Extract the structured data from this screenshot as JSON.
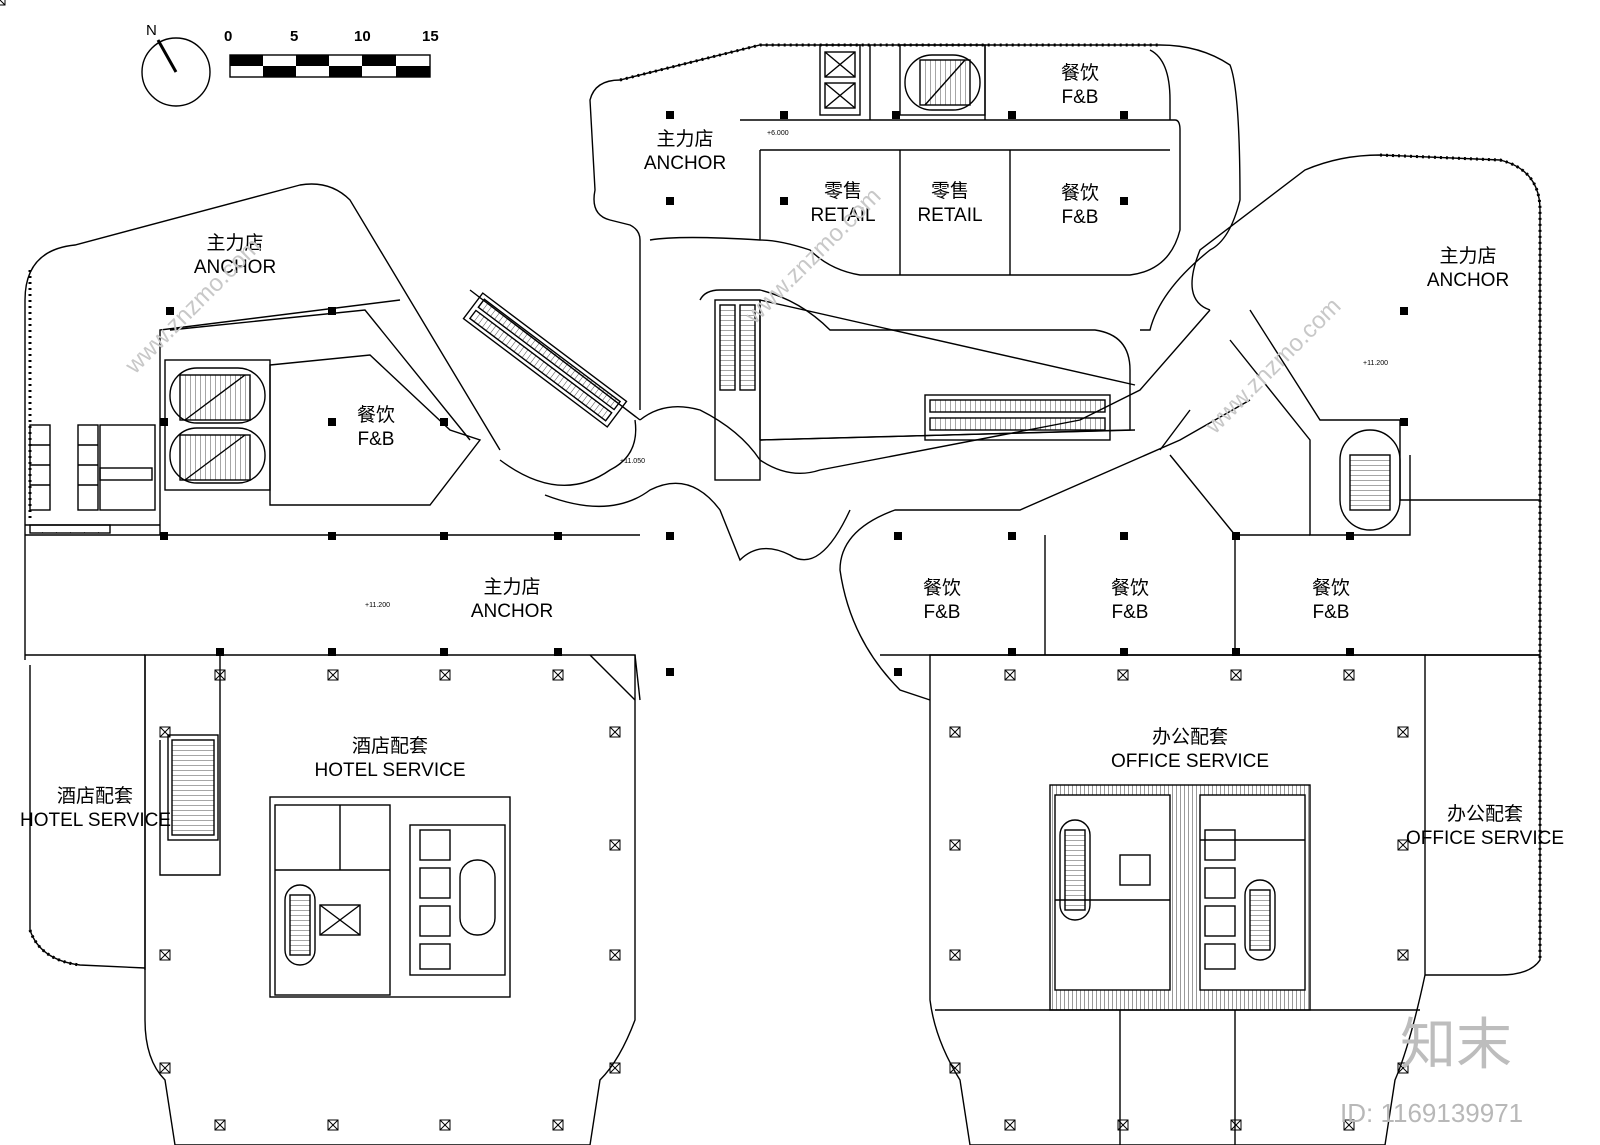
{
  "north_arrow": {
    "label": "N"
  },
  "scale_bar": {
    "ticks": [
      "0",
      "5",
      "10",
      "15"
    ]
  },
  "rooms": [
    {
      "name": "anchor-northwest",
      "cn": "主力店",
      "en": "ANCHOR"
    },
    {
      "name": "anchor-north",
      "cn": "主力店",
      "en": "ANCHOR"
    },
    {
      "name": "anchor-east",
      "cn": "主力店",
      "en": "ANCHOR"
    },
    {
      "name": "anchor-central-west",
      "cn": "主力店",
      "en": "ANCHOR"
    },
    {
      "name": "fnb-north-1",
      "cn": "餐饮",
      "en": "F&B"
    },
    {
      "name": "fnb-north-2",
      "cn": "餐饮",
      "en": "F&B"
    },
    {
      "name": "retail-north-1",
      "cn": "零售",
      "en": "RETAIL"
    },
    {
      "name": "retail-north-2",
      "cn": "零售",
      "en": "RETAIL"
    },
    {
      "name": "fnb-west",
      "cn": "餐饮",
      "en": "F&B"
    },
    {
      "name": "fnb-east-1",
      "cn": "餐饮",
      "en": "F&B"
    },
    {
      "name": "fnb-east-2",
      "cn": "餐饮",
      "en": "F&B"
    },
    {
      "name": "fnb-east-3",
      "cn": "餐饮",
      "en": "F&B"
    },
    {
      "name": "hotel-service-main",
      "cn": "酒店配套",
      "en": "HOTEL SERVICE"
    },
    {
      "name": "hotel-service-side",
      "cn": "酒店配套",
      "en": "HOTEL SERVICE"
    },
    {
      "name": "office-service-main",
      "cn": "办公配套",
      "en": "OFFICE SERVICE"
    },
    {
      "name": "office-service-side",
      "cn": "办公配套",
      "en": "OFFICE SERVICE"
    }
  ],
  "levels": [
    "+6.000",
    "+11.050",
    "+11.200",
    "+11.200"
  ],
  "watermark": {
    "site": "www.znzmo.com",
    "brand": "知末",
    "id": "ID: 1169139971"
  }
}
